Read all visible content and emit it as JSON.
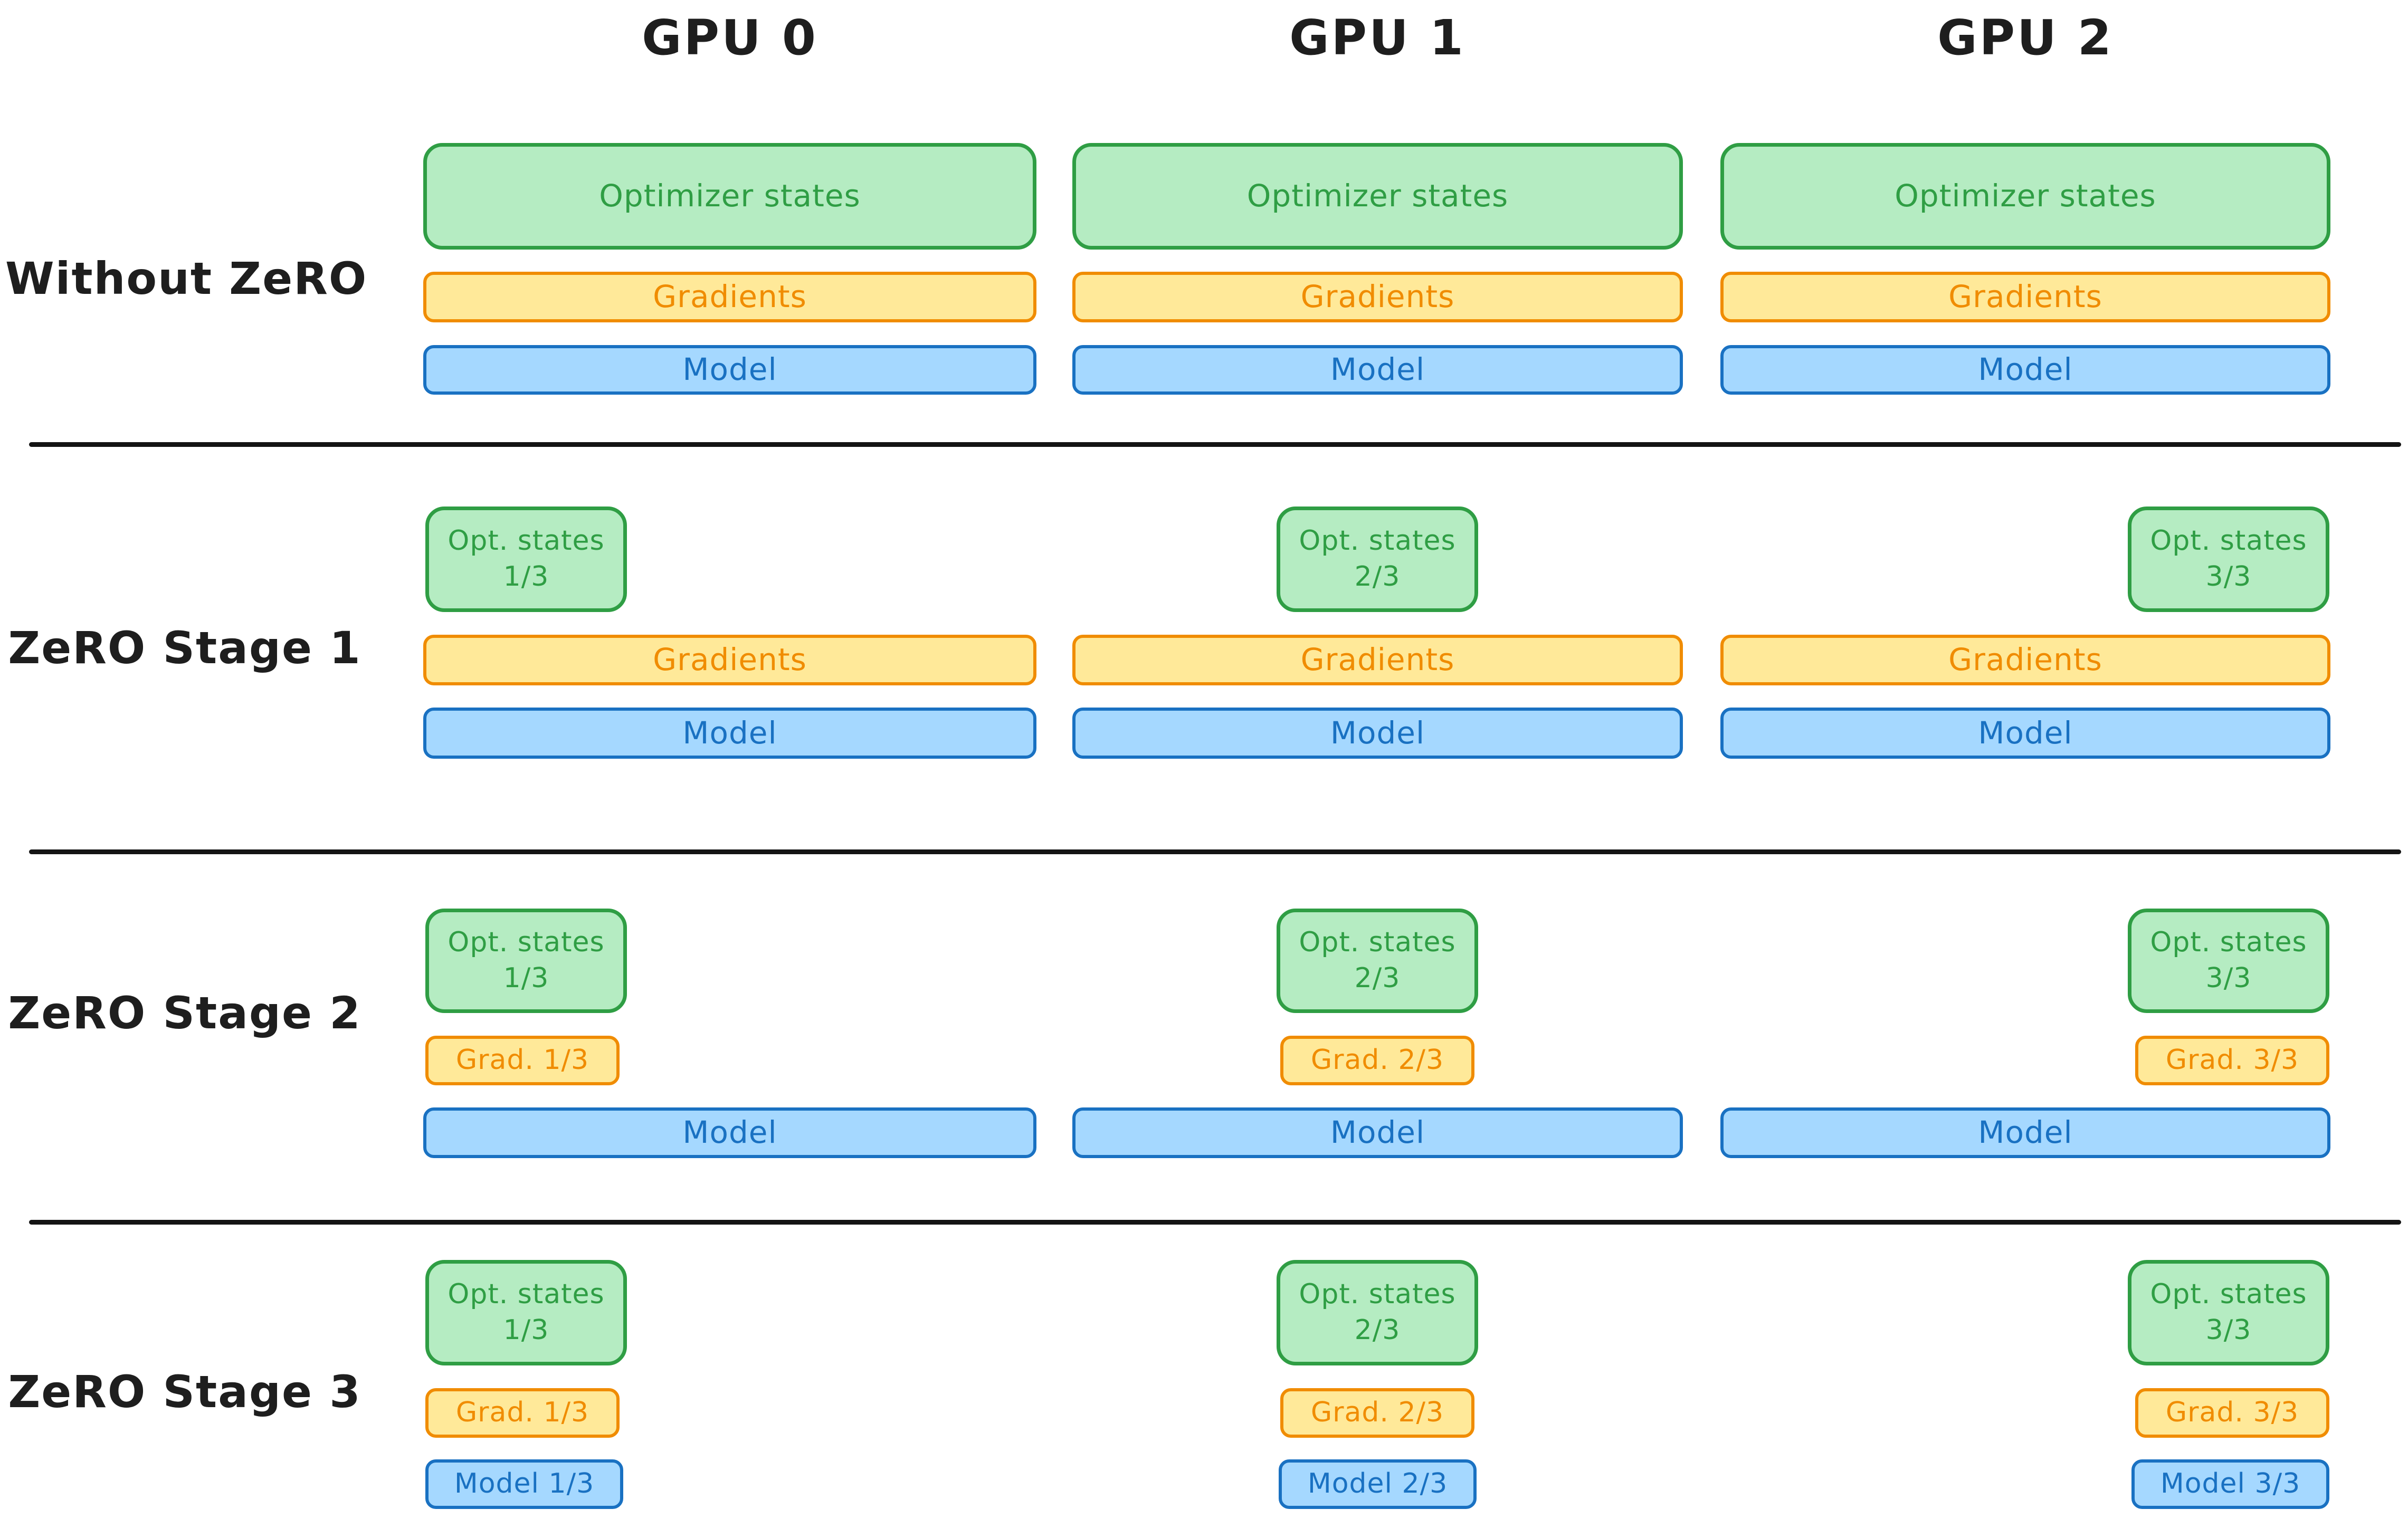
{
  "header": {
    "columns": [
      "GPU 0",
      "GPU 1",
      "GPU 2"
    ]
  },
  "colors": {
    "background": "#ffffff",
    "label_text": "#1e1e1e",
    "divider": "#141414",
    "green_fill": "#b5ecc2",
    "green_stroke": "#2f9e44",
    "yellow_fill": "#ffe999",
    "yellow_stroke": "#f08c00",
    "blue_fill": "#a5d8ff",
    "blue_stroke": "#1971c2"
  },
  "rows": [
    {
      "label": "Without ZeRO",
      "gpus": [
        {
          "boxes": [
            {
              "name": "optimizer-states-box",
              "color": "green",
              "full": true,
              "text": "Optimizer states"
            },
            {
              "name": "gradients-box",
              "color": "yellow",
              "full": true,
              "text": "Gradients"
            },
            {
              "name": "model-box",
              "color": "blue",
              "full": true,
              "text": "Model"
            }
          ]
        },
        {
          "boxes": [
            {
              "name": "optimizer-states-box",
              "color": "green",
              "full": true,
              "text": "Optimizer states"
            },
            {
              "name": "gradients-box",
              "color": "yellow",
              "full": true,
              "text": "Gradients"
            },
            {
              "name": "model-box",
              "color": "blue",
              "full": true,
              "text": "Model"
            }
          ]
        },
        {
          "boxes": [
            {
              "name": "optimizer-states-box",
              "color": "green",
              "full": true,
              "text": "Optimizer states"
            },
            {
              "name": "gradients-box",
              "color": "yellow",
              "full": true,
              "text": "Gradients"
            },
            {
              "name": "model-box",
              "color": "blue",
              "full": true,
              "text": "Model"
            }
          ]
        }
      ]
    },
    {
      "label": "ZeRO Stage 1",
      "gpus": [
        {
          "boxes": [
            {
              "name": "opt-states-shard-box",
              "color": "green",
              "full": false,
              "align": "left",
              "text": "Opt. states\n1/3"
            },
            {
              "name": "gradients-box",
              "color": "yellow",
              "full": true,
              "text": "Gradients"
            },
            {
              "name": "model-box",
              "color": "blue",
              "full": true,
              "text": "Model"
            }
          ]
        },
        {
          "boxes": [
            {
              "name": "opt-states-shard-box",
              "color": "green",
              "full": false,
              "align": "center",
              "text": "Opt. states\n2/3"
            },
            {
              "name": "gradients-box",
              "color": "yellow",
              "full": true,
              "text": "Gradients"
            },
            {
              "name": "model-box",
              "color": "blue",
              "full": true,
              "text": "Model"
            }
          ]
        },
        {
          "boxes": [
            {
              "name": "opt-states-shard-box",
              "color": "green",
              "full": false,
              "align": "right",
              "text": "Opt. states\n3/3"
            },
            {
              "name": "gradients-box",
              "color": "yellow",
              "full": true,
              "text": "Gradients"
            },
            {
              "name": "model-box",
              "color": "blue",
              "full": true,
              "text": "Model"
            }
          ]
        }
      ]
    },
    {
      "label": "ZeRO Stage 2",
      "gpus": [
        {
          "boxes": [
            {
              "name": "opt-states-shard-box",
              "color": "green",
              "full": false,
              "align": "left",
              "text": "Opt. states\n1/3"
            },
            {
              "name": "gradients-shard-box",
              "color": "yellow",
              "full": false,
              "align": "left",
              "text": "Grad. 1/3"
            },
            {
              "name": "model-box",
              "color": "blue",
              "full": true,
              "text": "Model"
            }
          ]
        },
        {
          "boxes": [
            {
              "name": "opt-states-shard-box",
              "color": "green",
              "full": false,
              "align": "center",
              "text": "Opt. states\n2/3"
            },
            {
              "name": "gradients-shard-box",
              "color": "yellow",
              "full": false,
              "align": "center",
              "text": "Grad. 2/3"
            },
            {
              "name": "model-box",
              "color": "blue",
              "full": true,
              "text": "Model"
            }
          ]
        },
        {
          "boxes": [
            {
              "name": "opt-states-shard-box",
              "color": "green",
              "full": false,
              "align": "right",
              "text": "Opt. states\n3/3"
            },
            {
              "name": "gradients-shard-box",
              "color": "yellow",
              "full": false,
              "align": "right",
              "text": "Grad. 3/3"
            },
            {
              "name": "model-box",
              "color": "blue",
              "full": true,
              "text": "Model"
            }
          ]
        }
      ]
    },
    {
      "label": "ZeRO Stage 3",
      "gpus": [
        {
          "boxes": [
            {
              "name": "opt-states-shard-box",
              "color": "green",
              "full": false,
              "align": "left",
              "text": "Opt. states\n1/3"
            },
            {
              "name": "gradients-shard-box",
              "color": "yellow",
              "full": false,
              "align": "left",
              "text": "Grad. 1/3"
            },
            {
              "name": "model-shard-box",
              "color": "blue",
              "full": false,
              "align": "left",
              "text": "Model 1/3"
            }
          ]
        },
        {
          "boxes": [
            {
              "name": "opt-states-shard-box",
              "color": "green",
              "full": false,
              "align": "center",
              "text": "Opt. states\n2/3"
            },
            {
              "name": "gradients-shard-box",
              "color": "yellow",
              "full": false,
              "align": "center",
              "text": "Grad. 2/3"
            },
            {
              "name": "model-shard-box",
              "color": "blue",
              "full": false,
              "align": "center",
              "text": "Model 2/3"
            }
          ]
        },
        {
          "boxes": [
            {
              "name": "opt-states-shard-box",
              "color": "green",
              "full": false,
              "align": "right",
              "text": "Opt. states\n3/3"
            },
            {
              "name": "gradients-shard-box",
              "color": "yellow",
              "full": false,
              "align": "right",
              "text": "Grad. 3/3"
            },
            {
              "name": "model-shard-box",
              "color": "blue",
              "full": false,
              "align": "right",
              "text": "Model 3/3"
            }
          ]
        }
      ]
    }
  ]
}
